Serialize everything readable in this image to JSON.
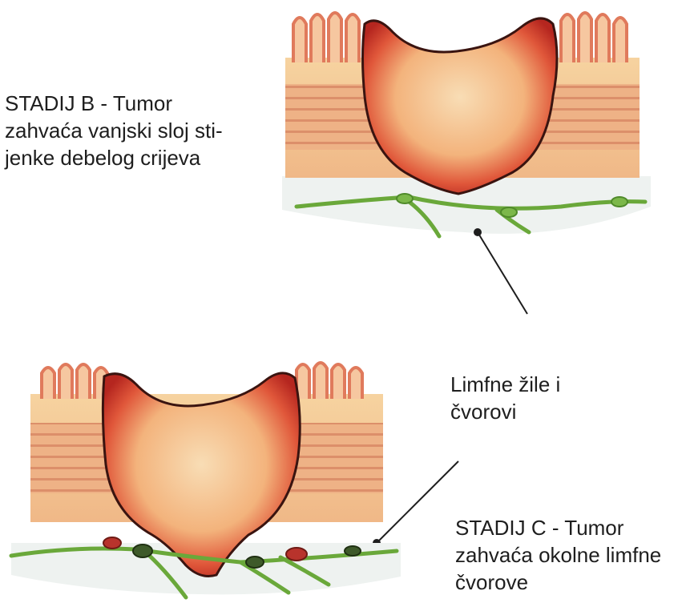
{
  "labels": {
    "stage_b": "STADIJ B - Tumor\nzahvaća vanjski sloj sti-\njenke debelog crijeva",
    "lymph": "Limfne žile i\nčvorovi",
    "stage_c": "STADIJ C - Tumor\nzahvaća okolne limfne\nčvorove"
  },
  "colors": {
    "tissue": "#f2c38a",
    "muscle_band": "#e7a77a",
    "villi": "#e9896a",
    "tumor_core": "#f7d9b0",
    "tumor_edge": "#c9322a",
    "lymph_vessel": "#6aa83a",
    "lymph_node_tumor": "#b8332c",
    "background_fat": "#eef2f0"
  }
}
